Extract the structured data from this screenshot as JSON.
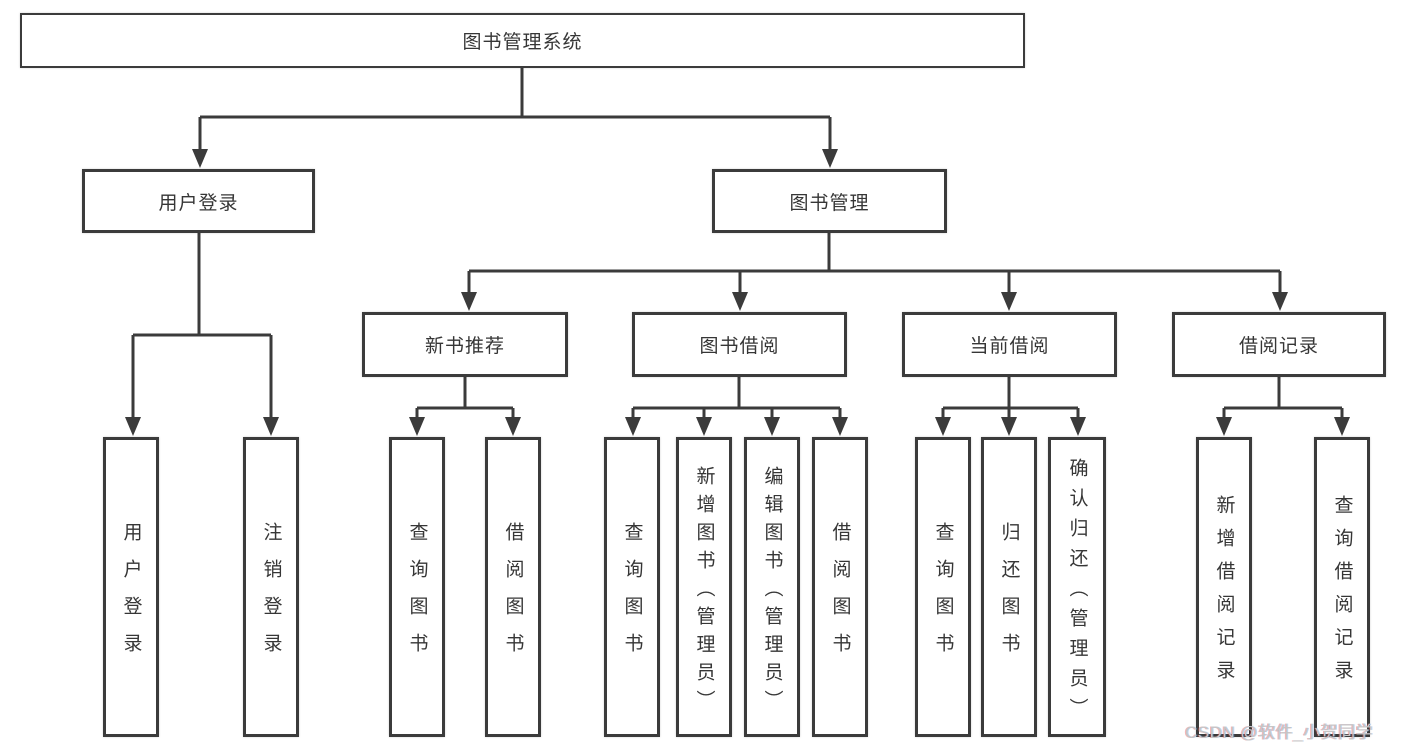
{
  "nodes": {
    "root": "图书管理系统",
    "branches": [
      "用户登录",
      "图书管理"
    ],
    "groups": [
      "新书推荐",
      "图书借阅",
      "当前借阅",
      "借阅记录"
    ],
    "leaves": [
      "用户登录",
      "注销登录",
      "查询图书",
      "借阅图书",
      "查询图书",
      "新增图书（管理员）",
      "编辑图书（管理员）",
      "借阅图书",
      "查询图书",
      "归还图书",
      "确认归还（管理员）",
      "新增借阅记录",
      "查询借阅记录"
    ]
  },
  "watermark": "CSDN @软件_小贺同学",
  "colors": {
    "line": "#3b3b3b",
    "text": "#363636",
    "background": "#ffffff",
    "watermark": "#c6c6c6"
  }
}
